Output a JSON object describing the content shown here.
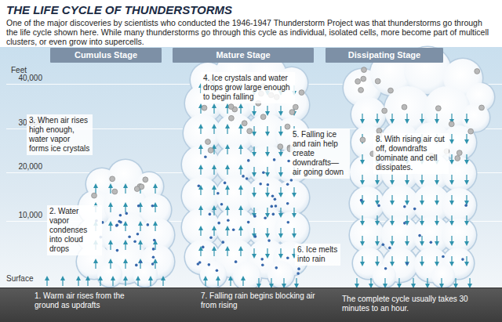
{
  "diagram": {
    "title": "THE LIFE CYCLE OF THUNDERSTORMS",
    "caption": "One of the major discoveries by scientists who conducted the 1946-1947 Thunderstorm Project was that thunderstorms go through the life cycle shown here. While many thunderstorms go through this cycle as individual, isolated cells, more become part of multicell clusters, or even grow into supercells.",
    "nodes": [
      {
        "text": [
          "Cumulus Stage"
        ]
      },
      {
        "text": [
          "Mature Stage"
        ]
      },
      {
        "text": [
          "Dissipating Stage"
        ]
      }
    ],
    "labels": [
      "Feet",
      "40,000",
      "30,000",
      "20,000",
      "10,000",
      "Surface",
      "3. When air rises high enough, water vapor forms ice crystals",
      "2. Water vapor condenses into cloud drops",
      "1. Warm air rises from the ground as updrafts",
      "4. Ice crystals and water drops grow large enough to begin falling",
      "5. Falling ice and rain help create downdrafts—air going down",
      "6. Ice melts into rain",
      "7. Falling rain begins blocking air from rising",
      "8. With rising air cut off, downdrafts dominate and cell dissipates.",
      "The complete cycle usually takes 30 minutes to an hour."
    ]
  }
}
